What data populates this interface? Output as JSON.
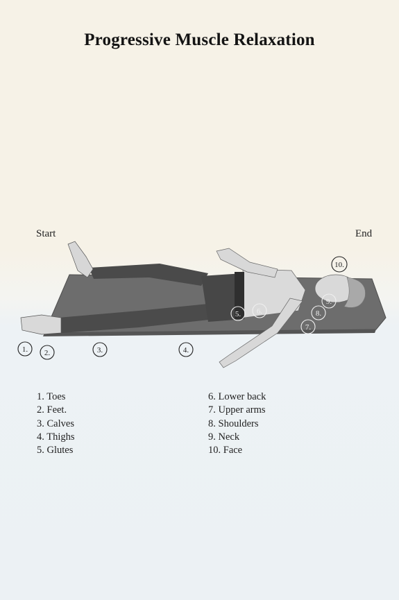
{
  "title": "Progressive Muscle Relaxation",
  "labels": {
    "start": "Start",
    "end": "End"
  },
  "markers": [
    "1.",
    "2.",
    "3.",
    "4.",
    "5.",
    "6.",
    "7.",
    "8.",
    "9.",
    "10."
  ],
  "legend": {
    "left": [
      "1. Toes",
      "2. Feet.",
      "3. Calves",
      "4. Thighs",
      "5. Glutes"
    ],
    "right": [
      "6. Lower back",
      "7. Upper arms",
      "8. Shoulders",
      "9. Neck",
      "10. Face"
    ]
  },
  "colors": {
    "background_top": "#f6f2e7",
    "background_bottom": "#ecf1f4",
    "mat": "#6f6f6f",
    "clothing": "#4a4a4a",
    "skin": "#d9d9d9"
  }
}
